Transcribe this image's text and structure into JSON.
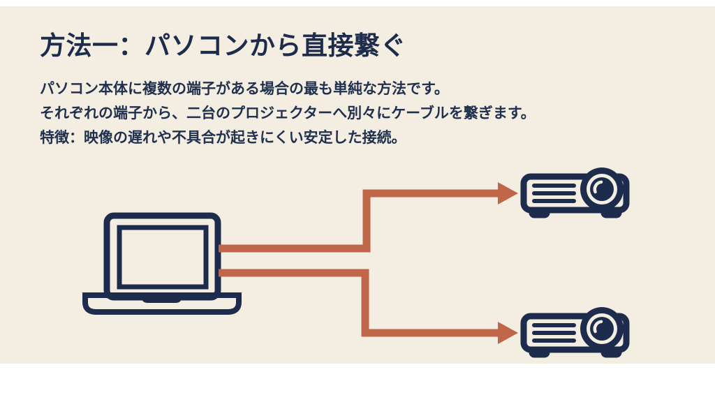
{
  "slide": {
    "title": "方法一：パソコンから直接繋ぐ",
    "body_lines": [
      "パソコン本体に複数の端子がある場合の最も単純な方法です。",
      "それぞれの端子から、二台のプロジェクターへ別々にケーブルを繋ぎます。",
      "特徴：映像の遅れや不具合が起きにくい安定した接続。"
    ]
  },
  "diagram": {
    "source_icon": "laptop-icon",
    "target_icons": [
      "projector-icon",
      "projector-icon"
    ],
    "connector_icon": "arrow-right-icon",
    "connector_count": 2
  },
  "colors": {
    "background": "#ffffff",
    "panel": "#f3eee1",
    "navy": "#1d2c4c",
    "text": "#20304e",
    "orange": "#c0674a"
  }
}
